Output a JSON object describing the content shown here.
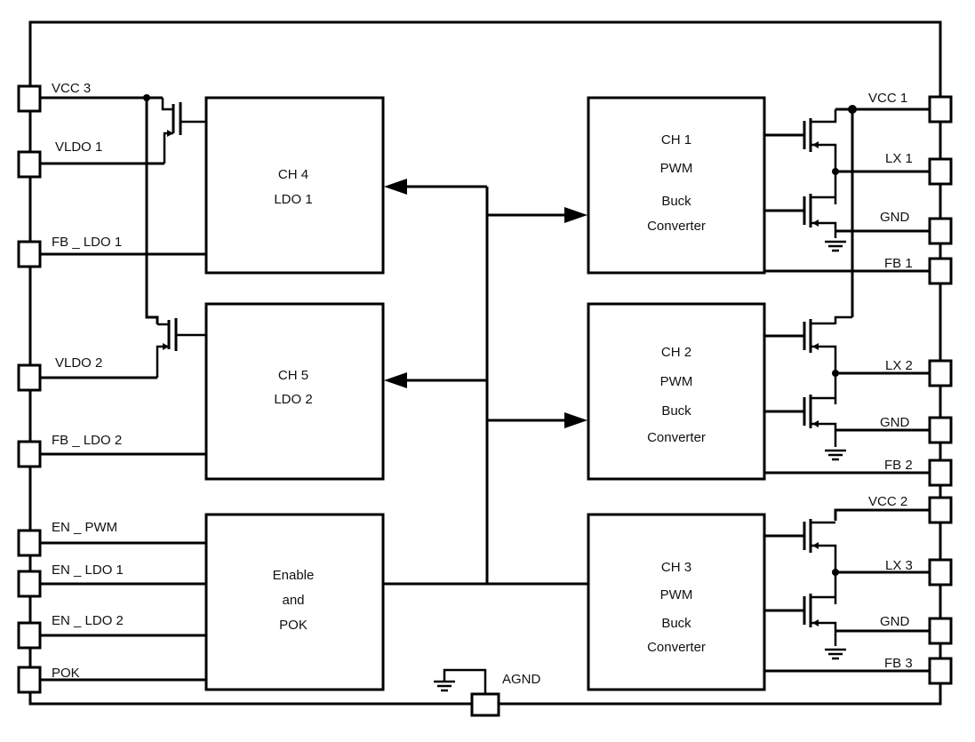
{
  "pins_left": {
    "vcc3": "VCC  3",
    "vldo1": "VLDO   1",
    "fb_ldo1": "FB _ LDO  1",
    "vldo2": "VLDO   2",
    "fb_ldo2": "FB _ LDO  2",
    "en_pwm": "EN  _  PWM",
    "en_ldo1": "EN  _  LDO  1",
    "en_ldo2": "EN  _  LDO  2",
    "pok": "POK"
  },
  "pins_right": {
    "vcc1": "VCC  1",
    "lx1": "LX  1",
    "gnd1": "GND",
    "fb1": "FB  1",
    "lx2": "LX  2",
    "gnd2": "GND",
    "fb2": "FB  2",
    "vcc2": "VCC  2",
    "lx3": "LX  3",
    "gnd3": "GND",
    "fb3": "FB  3"
  },
  "agnd": "AGND",
  "blocks": {
    "ch4": {
      "line1": "CH  4",
      "line2": "LDO  1"
    },
    "ch5": {
      "line1": "CH  5",
      "line2": "LDO  2"
    },
    "enable": {
      "line1": "Enable",
      "line2": "and",
      "line3": "POK"
    },
    "ch1": {
      "line1": "CH  1",
      "line2": "PWM",
      "line3": "Buck",
      "line4": "Converter"
    },
    "ch2": {
      "line1": "CH  2",
      "line2": "PWM",
      "line3": "Buck",
      "line4": "Converter"
    },
    "ch3": {
      "line1": "CH  3",
      "line2": "PWM",
      "line3": "Buck",
      "line4": "Converter"
    }
  }
}
